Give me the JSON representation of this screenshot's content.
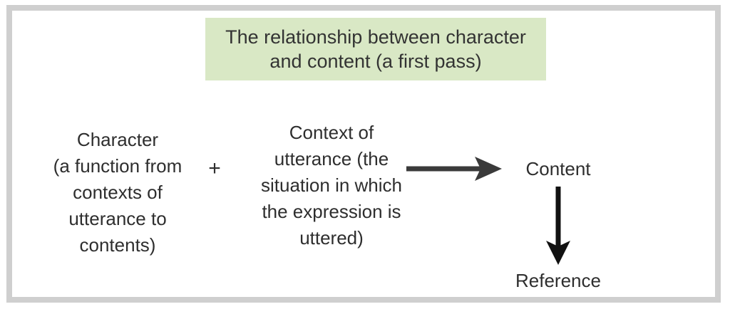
{
  "figure": {
    "title_lines": [
      "The relationship between character",
      "and content (a first pass)"
    ],
    "title_background_color": "#d9e8c5",
    "title_text_color": "#333333",
    "frame_border_color": "#cfcfcf",
    "arrow_color": "#3a3a3a",
    "body_text_color": "#2e2e2e"
  },
  "nodes": {
    "character": {
      "lines": [
        "Character",
        "(a function from",
        "contexts of",
        "utterance to",
        "contents)"
      ]
    },
    "context": {
      "lines": [
        "Context of",
        "utterance (the",
        "situation in which",
        "the expression is",
        "uttered)"
      ]
    },
    "content": {
      "label": "Content"
    },
    "reference": {
      "label": "Reference"
    }
  },
  "operators": {
    "plus": "+"
  },
  "arrows": {
    "character_context_to_content": "arrow-right-icon",
    "content_to_reference": "arrow-down-icon"
  }
}
